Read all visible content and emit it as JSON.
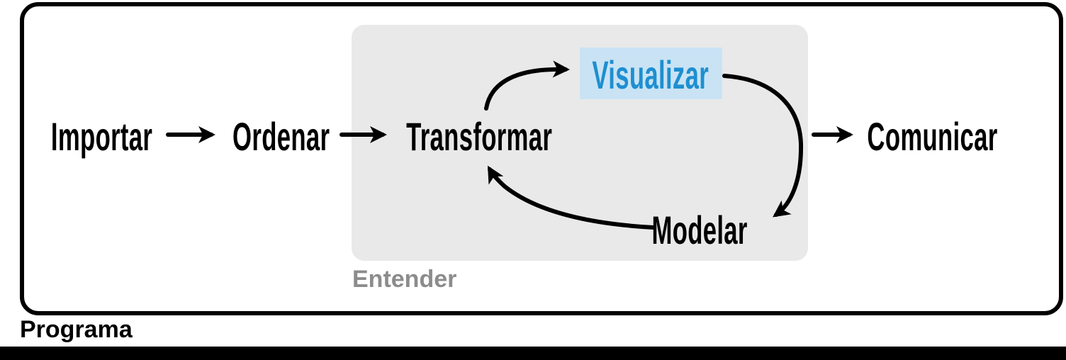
{
  "diagram": {
    "nodes": {
      "importar": {
        "label": "Importar"
      },
      "ordenar": {
        "label": "Ordenar"
      },
      "transformar": {
        "label": "Transformar"
      },
      "visualizar": {
        "label": "Visualizar",
        "highlighted": true
      },
      "modelar": {
        "label": "Modelar"
      },
      "comunicar": {
        "label": "Comunicar"
      }
    },
    "groups": {
      "entender": {
        "label": "Entender"
      },
      "programa": {
        "label": "Programa"
      }
    },
    "flow": [
      "Importar -> Ordenar",
      "Ordenar -> Transformar",
      "Transformar -> Visualizar",
      "Visualizar -> Modelar",
      "Modelar -> Transformar",
      "Entender -> Comunicar"
    ],
    "colors": {
      "highlight_bg": "#c9e3f4",
      "highlight_text": "#1e8fd0",
      "understand_box_bg": "#e9e9e9",
      "entender_label": "#8c8c8c",
      "arrow_and_text": "#000000"
    }
  }
}
